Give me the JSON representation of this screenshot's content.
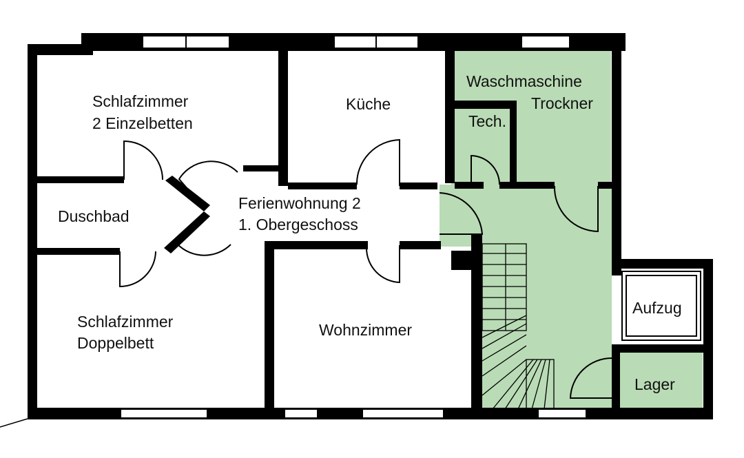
{
  "floorplan": {
    "title_line1": "Ferienwohnung 2",
    "title_line2": "1. Obergeschoss",
    "rooms": {
      "bedroom_twin": {
        "line1": "Schlafzimmer",
        "line2": "2 Einzelbetten"
      },
      "kitchen": {
        "line1": "Küche"
      },
      "laundry": {
        "line1": "Waschmaschine",
        "line2": "Trockner"
      },
      "tech": {
        "line1": "Tech."
      },
      "shower": {
        "line1": "Duschbad"
      },
      "bedroom_double": {
        "line1": "Schlafzimmer",
        "line2": "Doppelbett"
      },
      "living": {
        "line1": "Wohnzimmer"
      },
      "elevator": {
        "line1": "Aufzug"
      },
      "storage": {
        "line1": "Lager"
      }
    }
  },
  "colors": {
    "wall": "#000000",
    "highlight": "#b9dbb5",
    "background": "#ffffff"
  }
}
